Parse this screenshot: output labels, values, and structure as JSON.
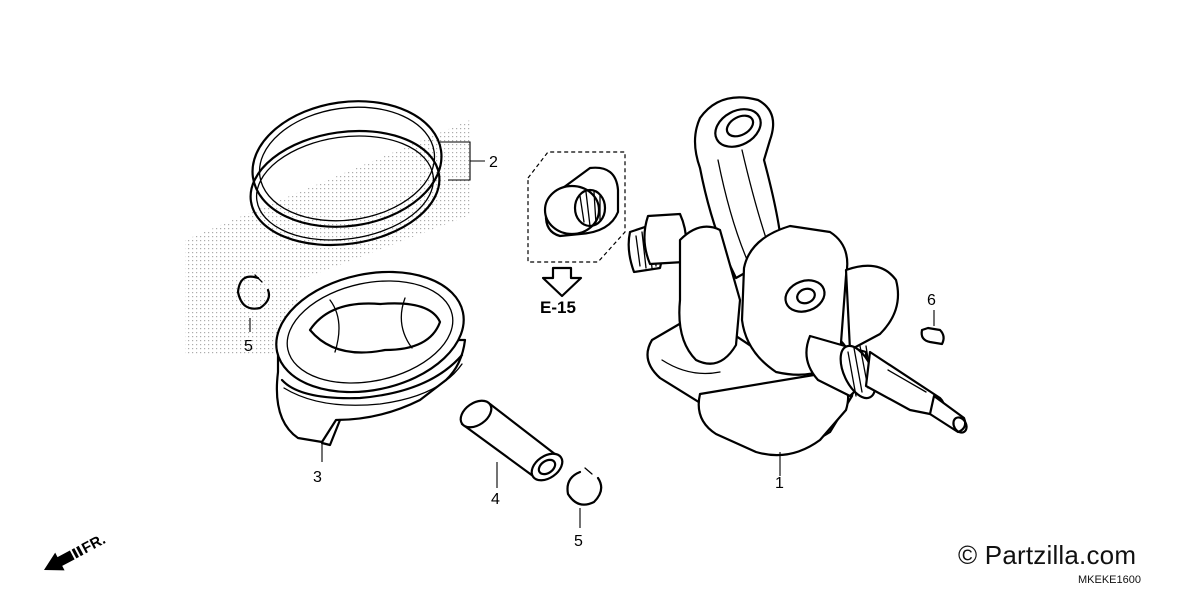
{
  "diagram": {
    "callouts": {
      "crankshaft": "1",
      "piston_rings": "2",
      "piston": "3",
      "piston_pin": "4",
      "clip_left": "5",
      "clip_right": "5",
      "key": "6"
    },
    "reference": "E-15",
    "direction": "FR.",
    "watermark": "© Partzilla.com",
    "code": "MKEKE1600"
  }
}
